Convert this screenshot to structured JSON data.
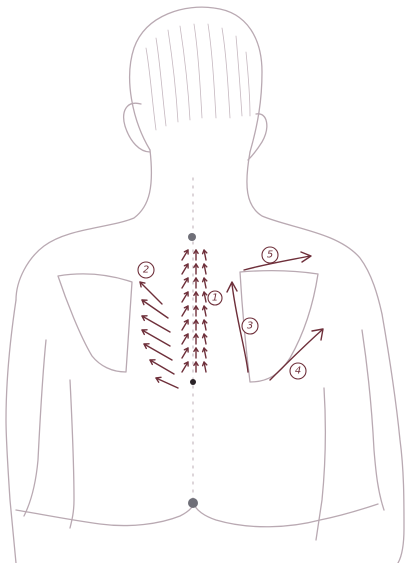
{
  "diagram": {
    "colors": {
      "outline": "#b9a9b2",
      "arrows": "#6e2f3a",
      "landmark_dot": "#6f6f78",
      "landmark_dot_dark": "#2a2226"
    },
    "labels": [
      {
        "id": "label-1",
        "text": "1"
      },
      {
        "id": "label-2",
        "text": "2"
      },
      {
        "id": "label-3",
        "text": "3"
      },
      {
        "id": "label-4",
        "text": "4"
      },
      {
        "id": "label-5",
        "text": "5"
      }
    ]
  }
}
